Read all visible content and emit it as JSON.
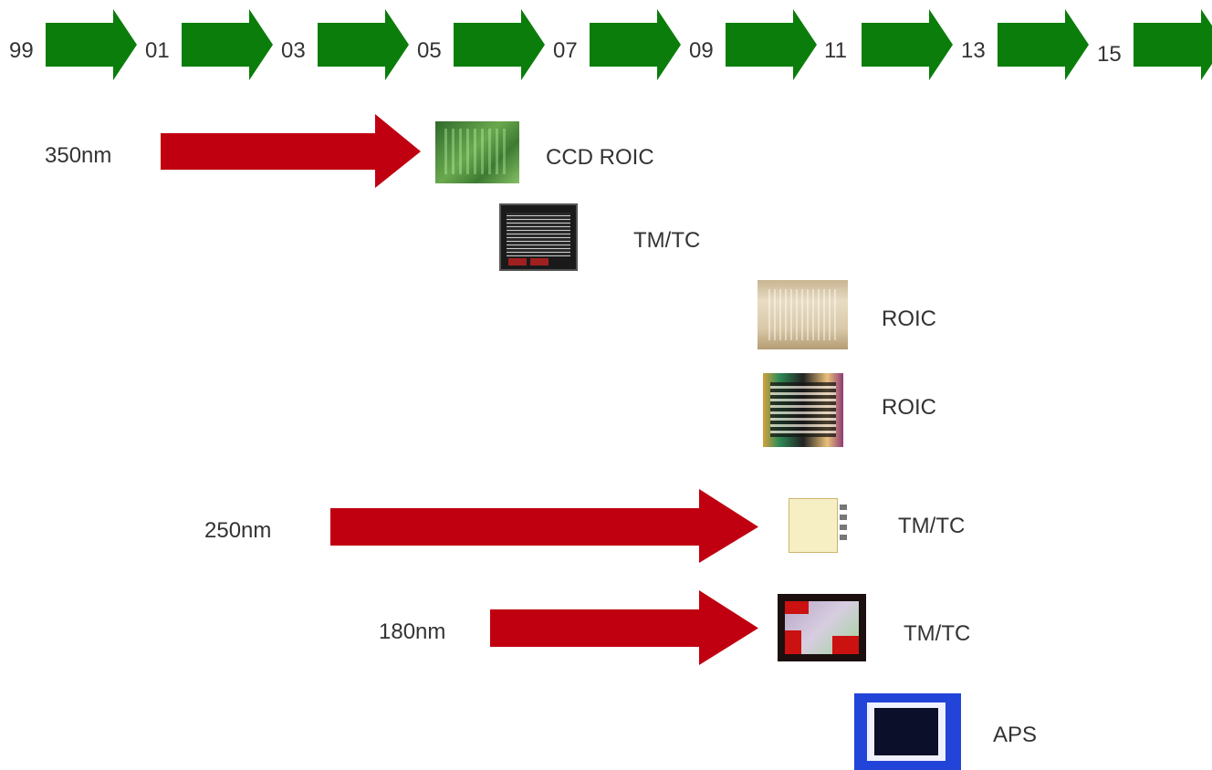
{
  "timeline": {
    "years": [
      "99",
      "01",
      "03",
      "05",
      "07",
      "09",
      "11",
      "13",
      "15"
    ],
    "arrow_color": "#0b7d0b"
  },
  "processes": [
    {
      "node": "350nm"
    },
    {
      "node": "250nm"
    },
    {
      "node": "180nm"
    }
  ],
  "process_arrow_color": "#c00010",
  "chips": [
    {
      "label": "CCD ROIC"
    },
    {
      "label": "TM/TC"
    },
    {
      "label": "ROIC"
    },
    {
      "label": "ROIC"
    },
    {
      "label": "TM/TC"
    },
    {
      "label": "TM/TC"
    },
    {
      "label": "APS"
    }
  ]
}
